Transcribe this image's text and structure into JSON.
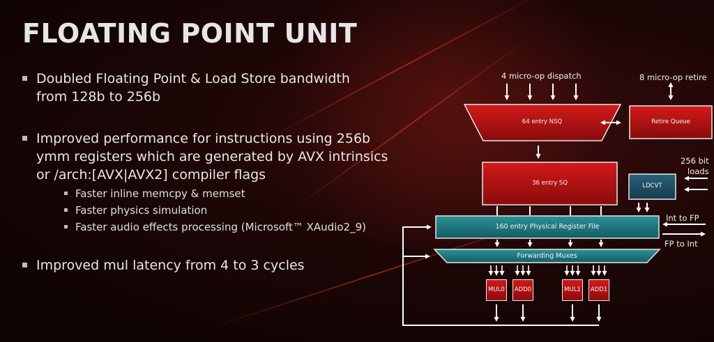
{
  "slide": {
    "title": "FLOATING POINT UNIT",
    "bullets": [
      {
        "lines": [
          "Doubled Floating Point & Load Store bandwidth",
          "from 128b to 256b"
        ]
      },
      {
        "lines": [
          "Improved performance for instructions using 256b",
          "ymm registers which are generated by AVX intrinsics",
          "or /arch:[AVX|AVX2] compiler flags"
        ],
        "sub": [
          "Faster inline memcpy & memset",
          "Faster physics simulation",
          "Faster audio effects processing (Microsoft™ XAudio2_9)"
        ]
      },
      {
        "lines": [
          "Improved mul latency from 4 to 3 cycles"
        ]
      }
    ]
  },
  "diagram": {
    "labels": {
      "dispatch": "4 micro-op dispatch",
      "retire": "8 micro-op retire",
      "loads_line1": "256 bit",
      "loads_line2": "loads",
      "int_to_fp": "Int to FP",
      "fp_to_int": "FP to Int"
    },
    "blocks": {
      "nsq": "64 entry NSQ",
      "retire_queue": "Retire Queue",
      "sq": "36 entry SQ",
      "ldcvt": "LDCVT",
      "prf": "160 entry Physical Register File",
      "muxes": "Forwarding Muxes"
    },
    "units": [
      "MUL0",
      "ADD0",
      "MUL1",
      "ADD1"
    ]
  },
  "colors": {
    "red_block": "#c41414",
    "teal_block": "#1f7a80",
    "ldcvt_block": "#1f4d63",
    "background": "#1c0606"
  }
}
